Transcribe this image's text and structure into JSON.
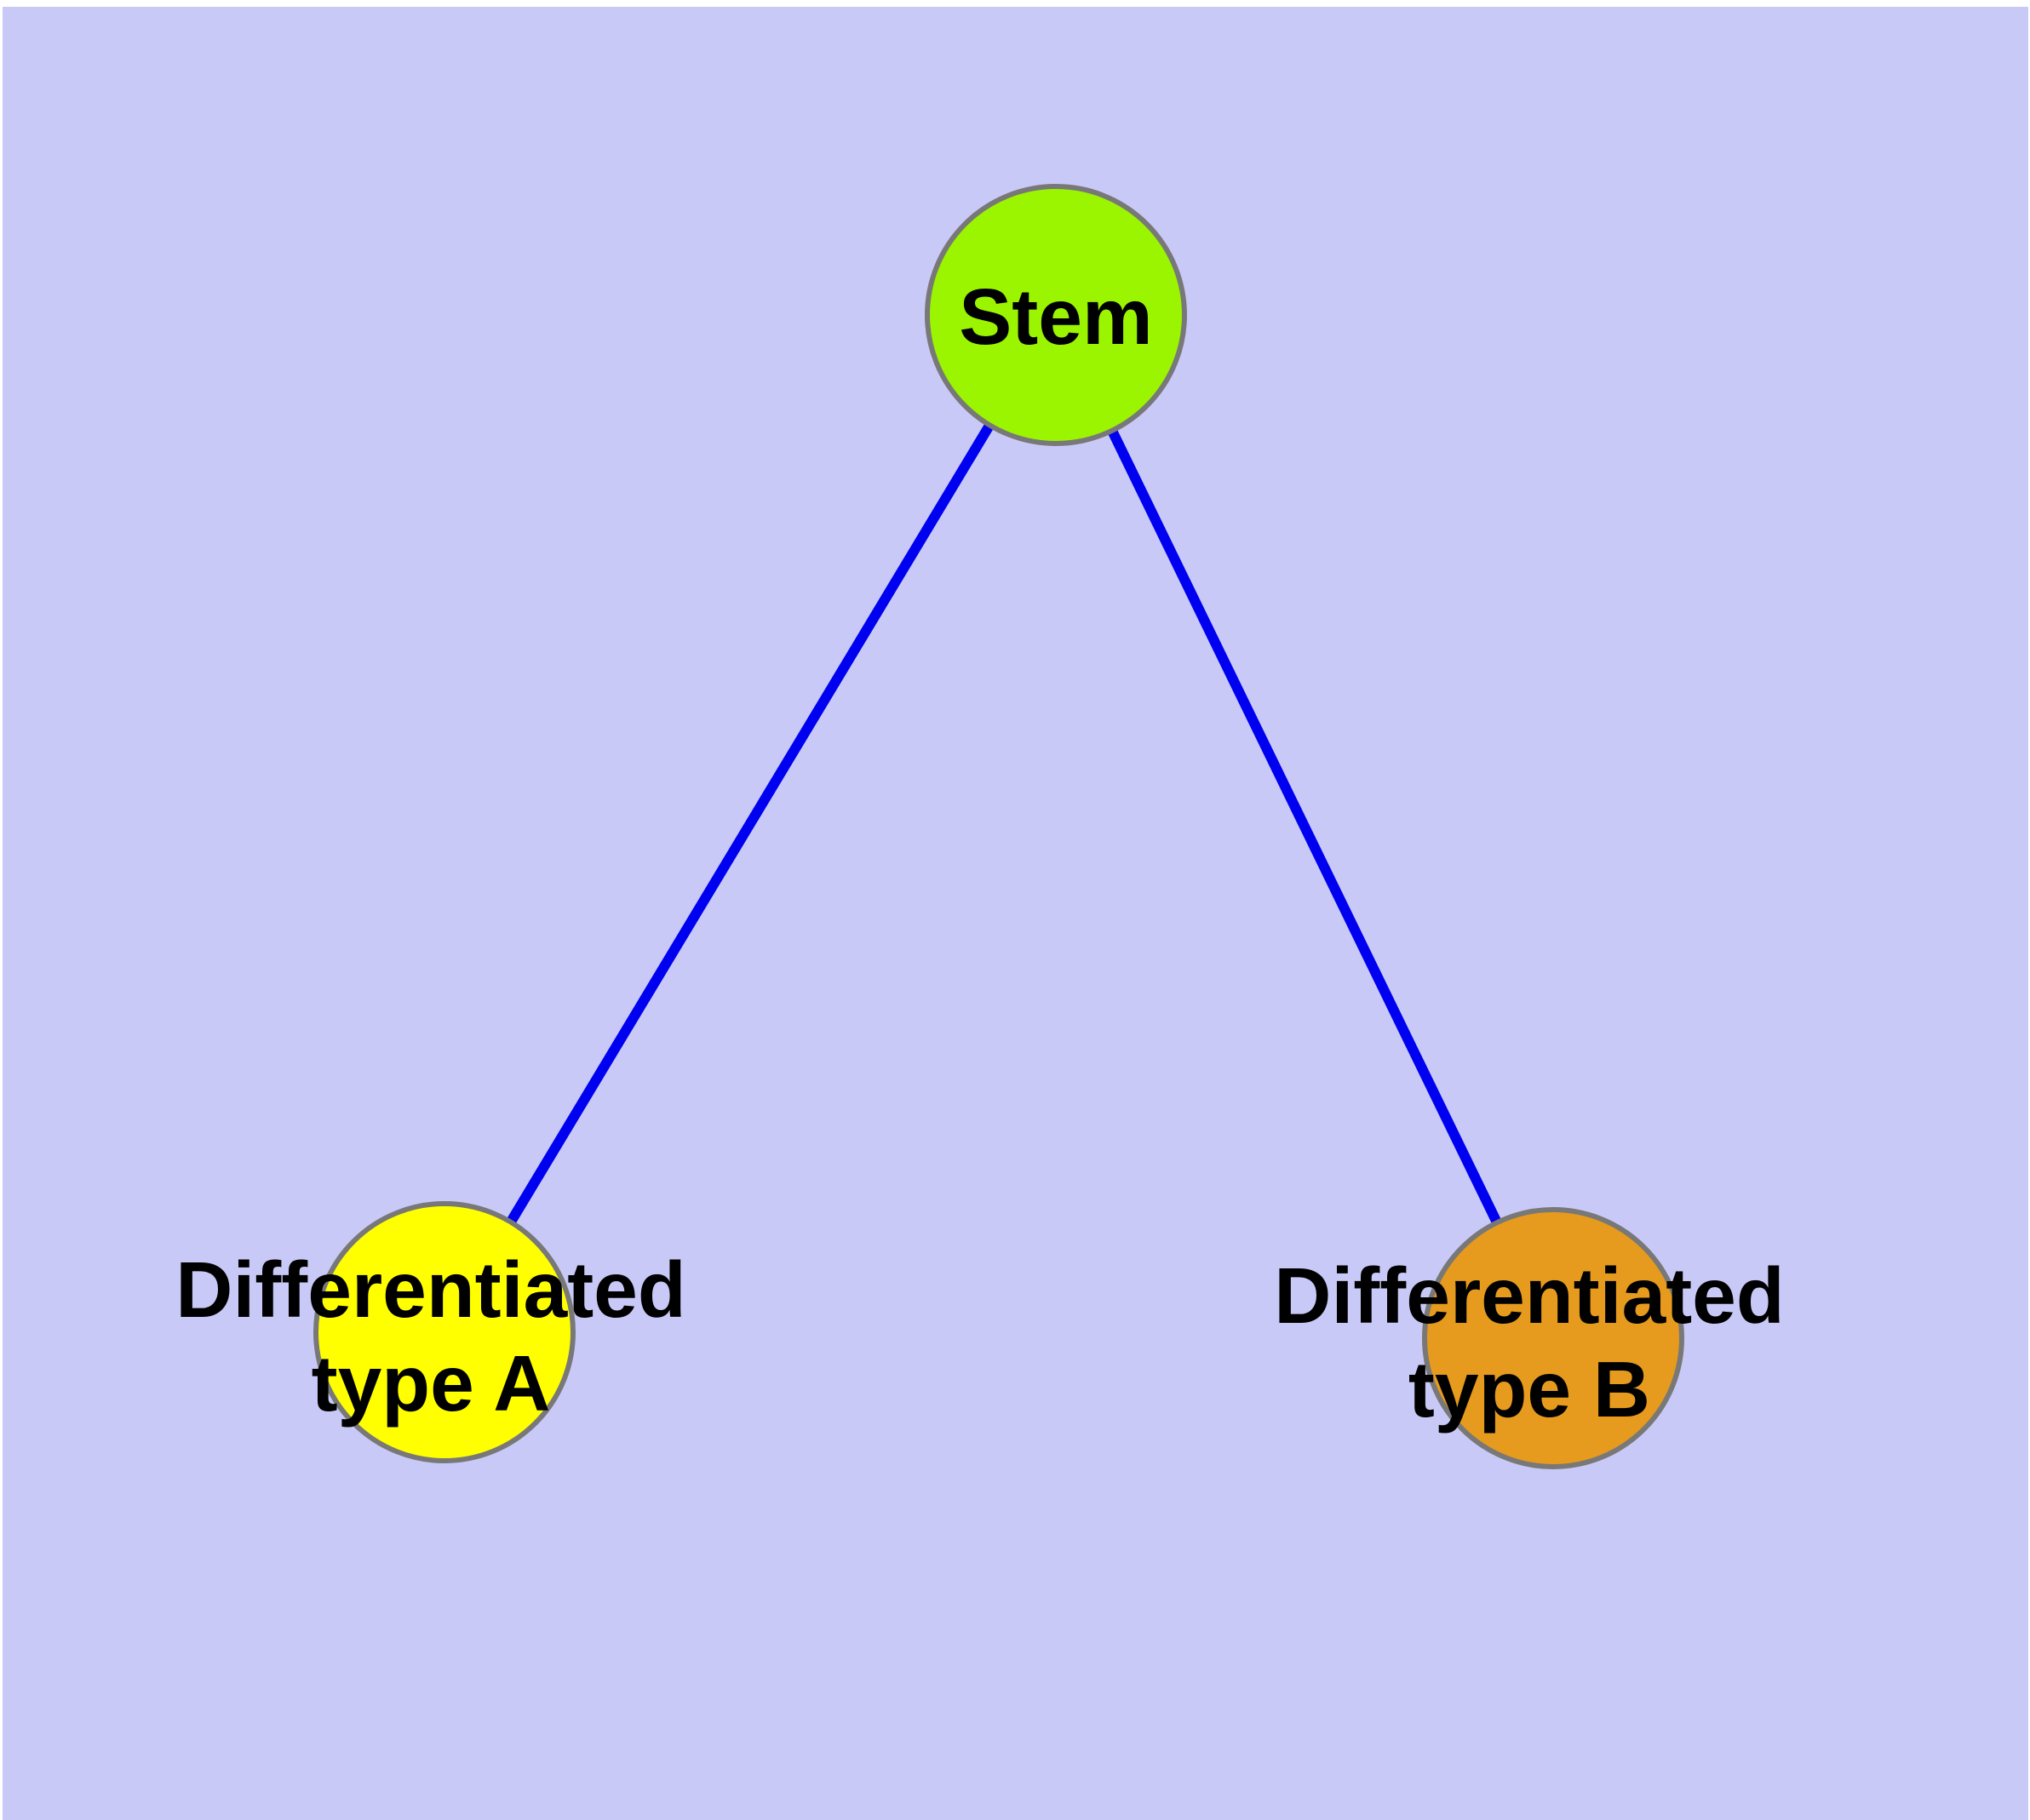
{
  "diagram": {
    "type": "node-link-graph",
    "nodes": [
      {
        "id": "stem",
        "label_lines": [
          "Stem"
        ],
        "fill": "#9BF500"
      },
      {
        "id": "type_a",
        "label_lines": [
          "Differentiated",
          "type A"
        ],
        "fill": "#FFFF00"
      },
      {
        "id": "type_b",
        "label_lines": [
          "Differentiated",
          "type B"
        ],
        "fill": "#E69A1E"
      }
    ],
    "edges": [
      {
        "from": "Stem",
        "to": "Differentiated type A"
      },
      {
        "from": "Stem",
        "to": "Differentiated type B"
      }
    ]
  },
  "colors": {
    "canvas_background": "#C9C9F7",
    "page_margin": "#FFFFFF",
    "edge": "#0000F0",
    "node_border": "#787878",
    "label_text": "#000000"
  }
}
